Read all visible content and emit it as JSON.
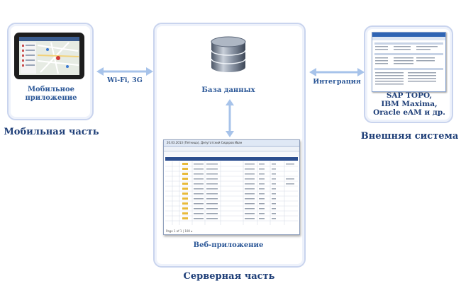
{
  "mobile": {
    "app_label_line1": "Мобильное",
    "app_label_line2": "приложение",
    "section_title": "Мобильная часть"
  },
  "server": {
    "db_label": "База данных",
    "web_app_label": "Веб-приложение",
    "section_title": "Серверная часть",
    "web_window_title": "20.03.2013 (Пятница), Депутатский Сидоров Иван",
    "web_pager": "Page 1 of 1   |   100 ▾"
  },
  "external": {
    "systems_line1": "SAP TOPO,",
    "systems_line2": "IBM Maxima,",
    "systems_line3": "Oracle eAM и др.",
    "section_title": "Внешняя система"
  },
  "connections": {
    "mobile_server": "Wi-Fi, 3G",
    "server_external": "Интеграция"
  },
  "colors": {
    "label": "#2b5797",
    "title": "#1f3f78",
    "arrow": "#a7c3ea",
    "border": "#c9d4ee"
  }
}
